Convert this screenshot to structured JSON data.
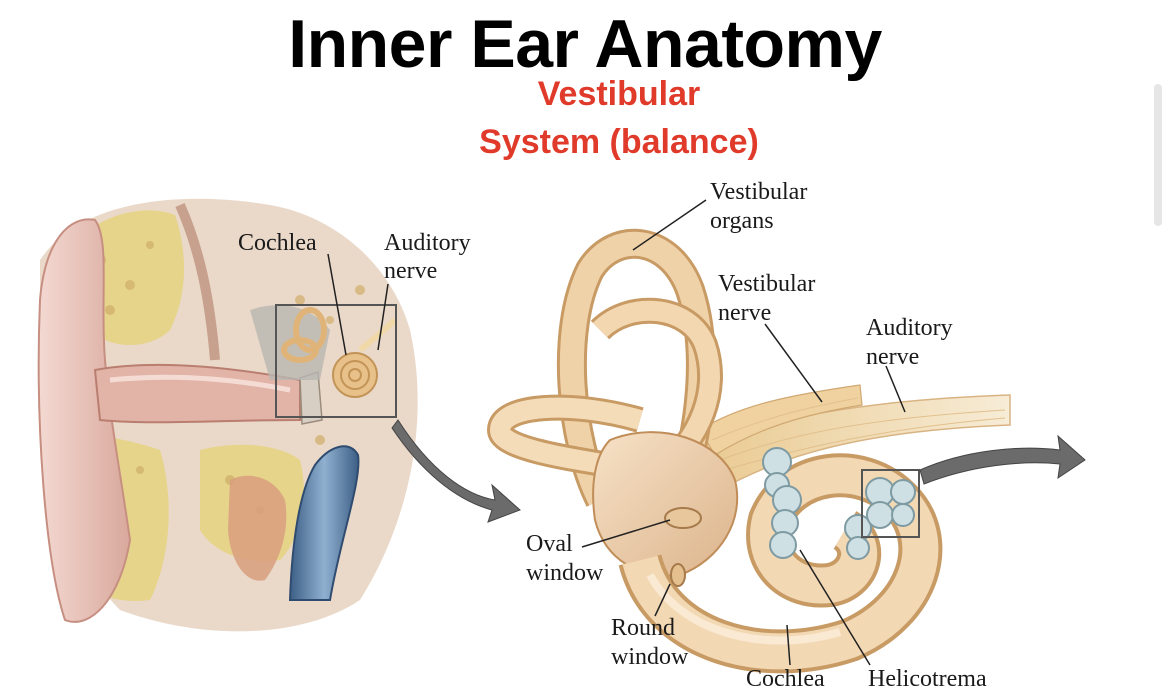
{
  "title": "Inner Ear Anatomy",
  "subtitle_lines": [
    "Vestibular",
    "System (balance)"
  ],
  "colors": {
    "title": "#000000",
    "subtitle": "#e03a2a",
    "bone": "#f0d6b8",
    "bone_shadow": "#d9b08a",
    "skin": "#ecc8c0",
    "spongy_bone": "#e6d48a",
    "vein": "#5a7fa8",
    "cochlea_canal": "#cfe0e4",
    "arrow": "#6b6b6b"
  },
  "left_panel": {
    "labels": {
      "cochlea": "Cochlea",
      "auditory_nerve_1": "Auditory",
      "auditory_nerve_2": "nerve"
    }
  },
  "right_panel": {
    "labels": {
      "vestibular_organs_1": "Vestibular",
      "vestibular_organs_2": "organs",
      "vestibular_nerve_1": "Vestibular",
      "vestibular_nerve_2": "nerve",
      "auditory_nerve_1": "Auditory",
      "auditory_nerve_2": "nerve",
      "oval_window_1": "Oval",
      "oval_window_2": "window",
      "round_window_1": "Round",
      "round_window_2": "window",
      "cochlea": "Cochlea",
      "helicotrema": "Helicotrema"
    }
  }
}
